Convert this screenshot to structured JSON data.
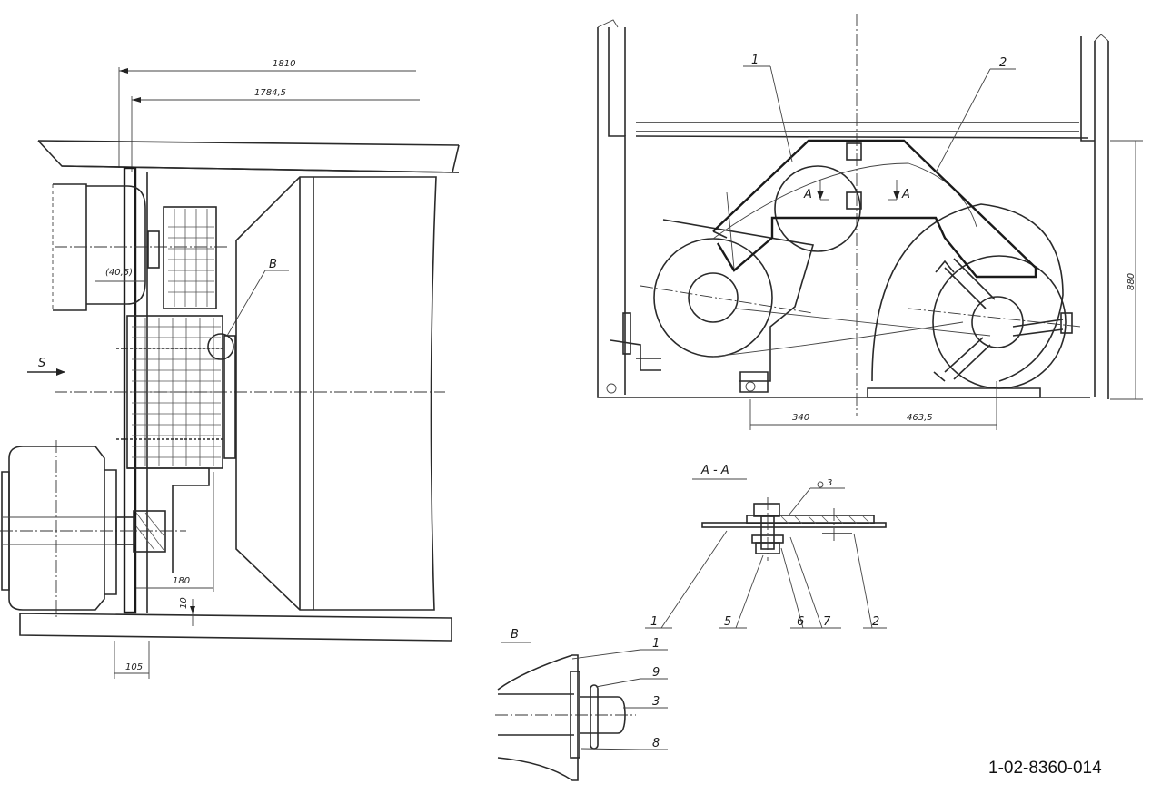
{
  "drawing": {
    "number": "1-02-8360-014"
  },
  "left_view": {
    "dims": {
      "d1": "1810",
      "d2": "1784,5",
      "d3": "(40,5)",
      "d4": "180",
      "d5": "10",
      "d6": "105"
    },
    "labels": {
      "s": "S",
      "b": "B"
    }
  },
  "right_view": {
    "labels": {
      "p1": "1",
      "p2": "2",
      "a_left": "A",
      "a_right": "A"
    },
    "dims": {
      "d1": "340",
      "d2": "463,5",
      "d3": "880"
    }
  },
  "section_aa": {
    "title": "A - A",
    "weld": "3",
    "labels": {
      "p1": "1",
      "p5": "5",
      "p6": "6",
      "p7": "7",
      "p2": "2"
    }
  },
  "detail_b": {
    "title": "B",
    "labels": {
      "p1": "1",
      "p9": "9",
      "p3": "3",
      "p8": "8"
    }
  }
}
